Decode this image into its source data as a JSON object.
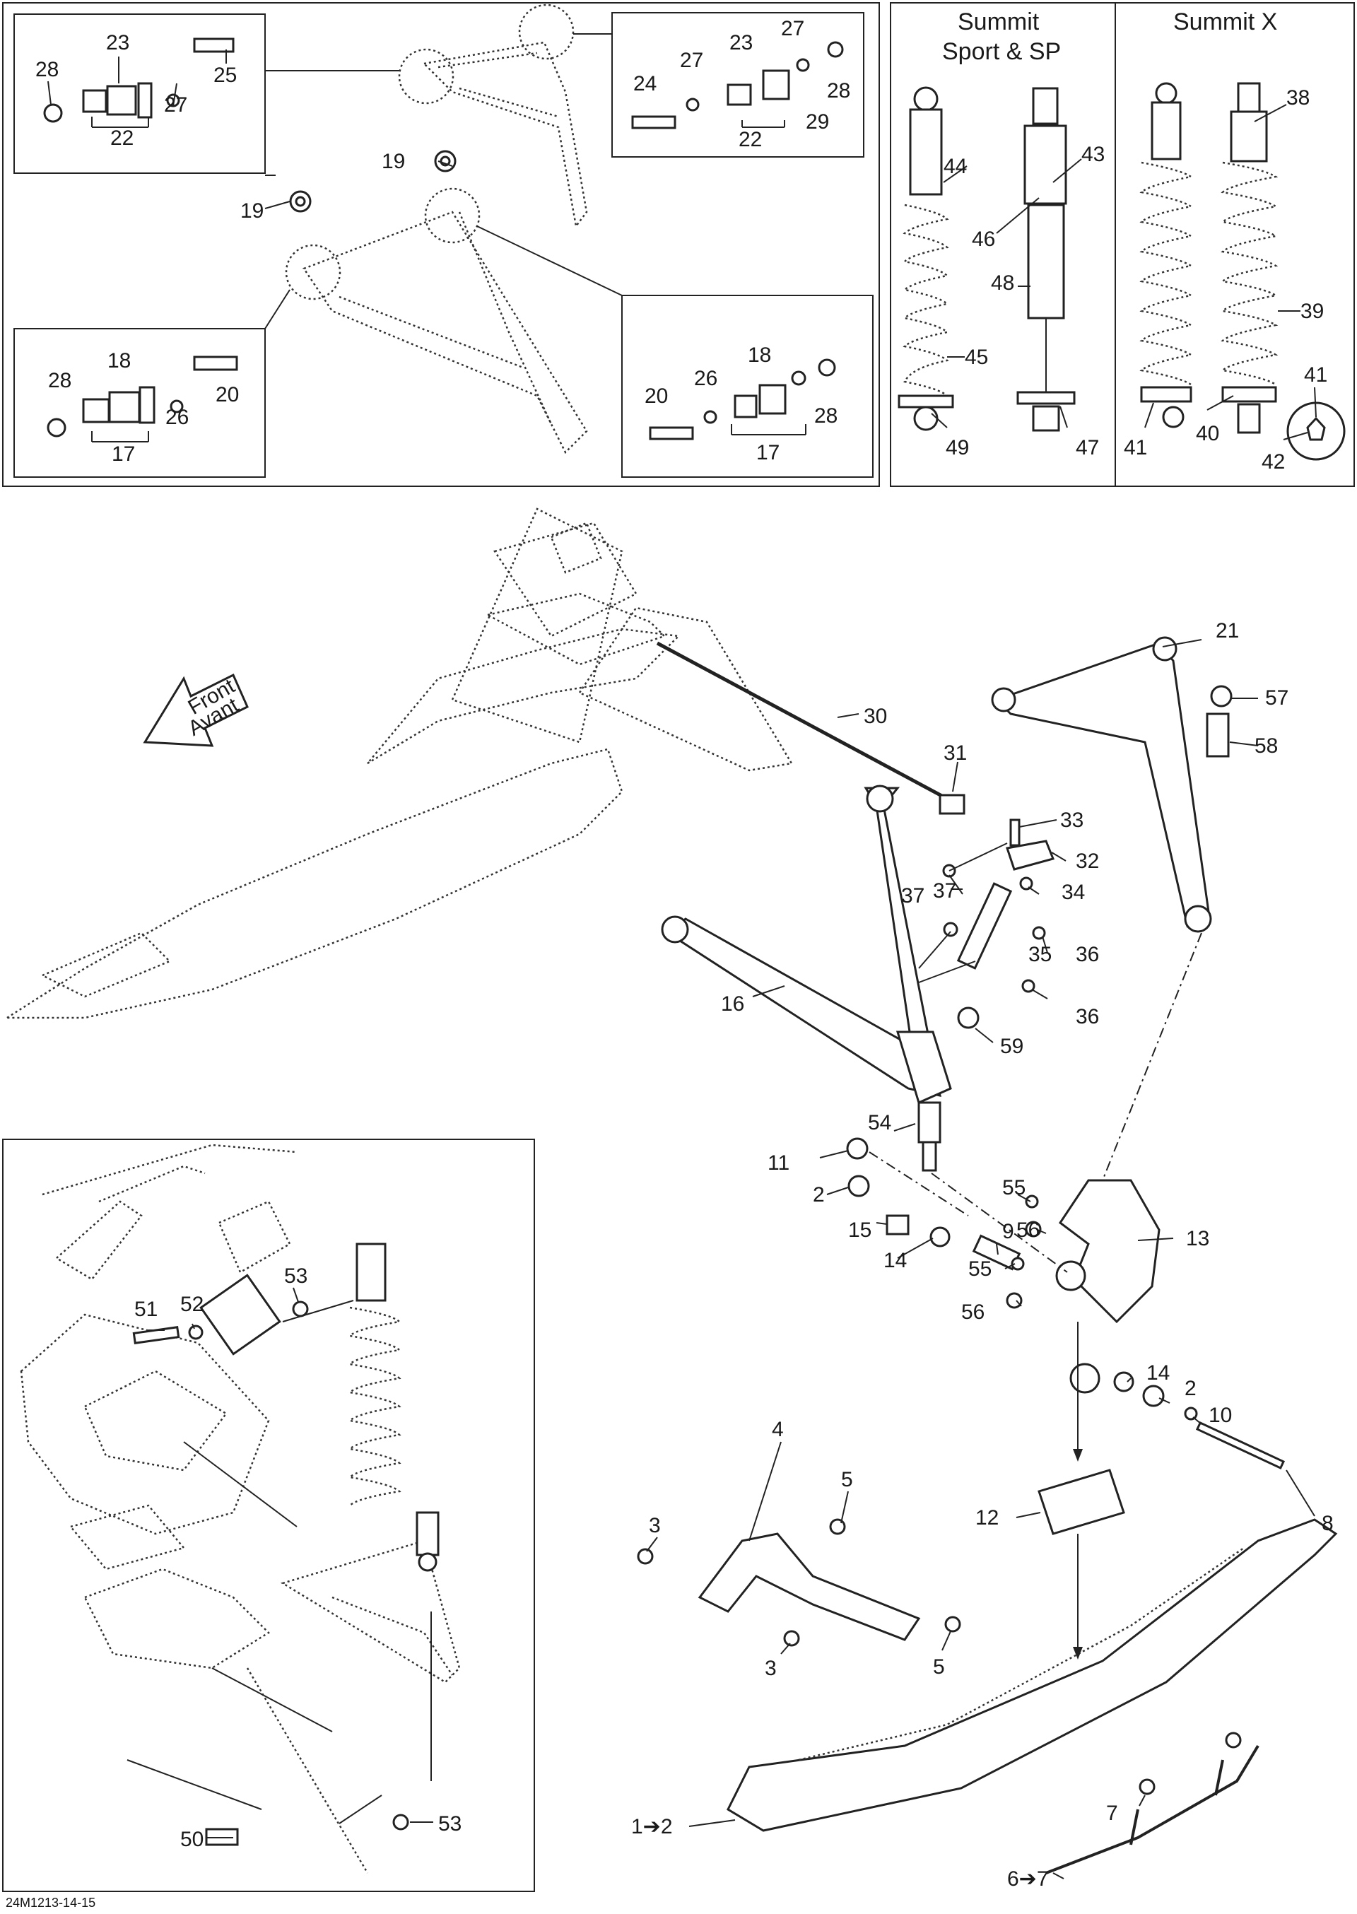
{
  "header": {
    "group_a": "Summit",
    "group_a_line2": "Sport & SP",
    "group_b": "Summit X"
  },
  "arrow_label": {
    "line1": "Front",
    "line2": "Avant"
  },
  "diagram_code": "24M1213-14-15",
  "callouts": {
    "c28a": "28",
    "c23a": "23",
    "c25": "25",
    "c27a": "27",
    "c22a": "22",
    "c27b": "27",
    "c23b": "23",
    "c24": "24",
    "c28b": "28",
    "c29": "29",
    "c22b": "22",
    "c19a": "19",
    "c19b": "19",
    "c28c": "28",
    "c18a": "18",
    "c20a": "20",
    "c26a": "26",
    "c17a": "17",
    "c20b": "20",
    "c26b": "26",
    "c18b": "18",
    "c28d": "28",
    "c17b": "17",
    "c44": "44",
    "c43": "43",
    "c46": "46",
    "c48": "48",
    "c45": "45",
    "c49": "49",
    "c47": "47",
    "c38": "38",
    "c39": "39",
    "c41a": "41",
    "c41b": "41",
    "c40": "40",
    "c42": "42",
    "c21": "21",
    "c57": "57",
    "c58": "58",
    "c30": "30",
    "c31": "31",
    "c33": "33",
    "c32": "32",
    "c37a": "37",
    "c34": "34",
    "c37b": "37",
    "c35": "35",
    "c36a": "36",
    "c36b": "36",
    "c16": "16",
    "c59": "59",
    "c54": "54",
    "c55a": "55",
    "c56a": "56",
    "c11": "11",
    "c2a": "2",
    "c13": "13",
    "c15": "15",
    "c14a": "14",
    "c9": "9",
    "c55b": "55",
    "c14b": "14",
    "c2b": "2",
    "c10": "10",
    "c56b": "56",
    "c8": "8",
    "c4": "4",
    "c5a": "5",
    "c3a": "3",
    "c12": "12",
    "c3b": "3",
    "c5b": "5",
    "c7a": "7",
    "c1": "1➔2",
    "c6": "6➔7",
    "c53a": "53",
    "c51": "51",
    "c52": "52",
    "c50": "50",
    "c53b": "53"
  }
}
